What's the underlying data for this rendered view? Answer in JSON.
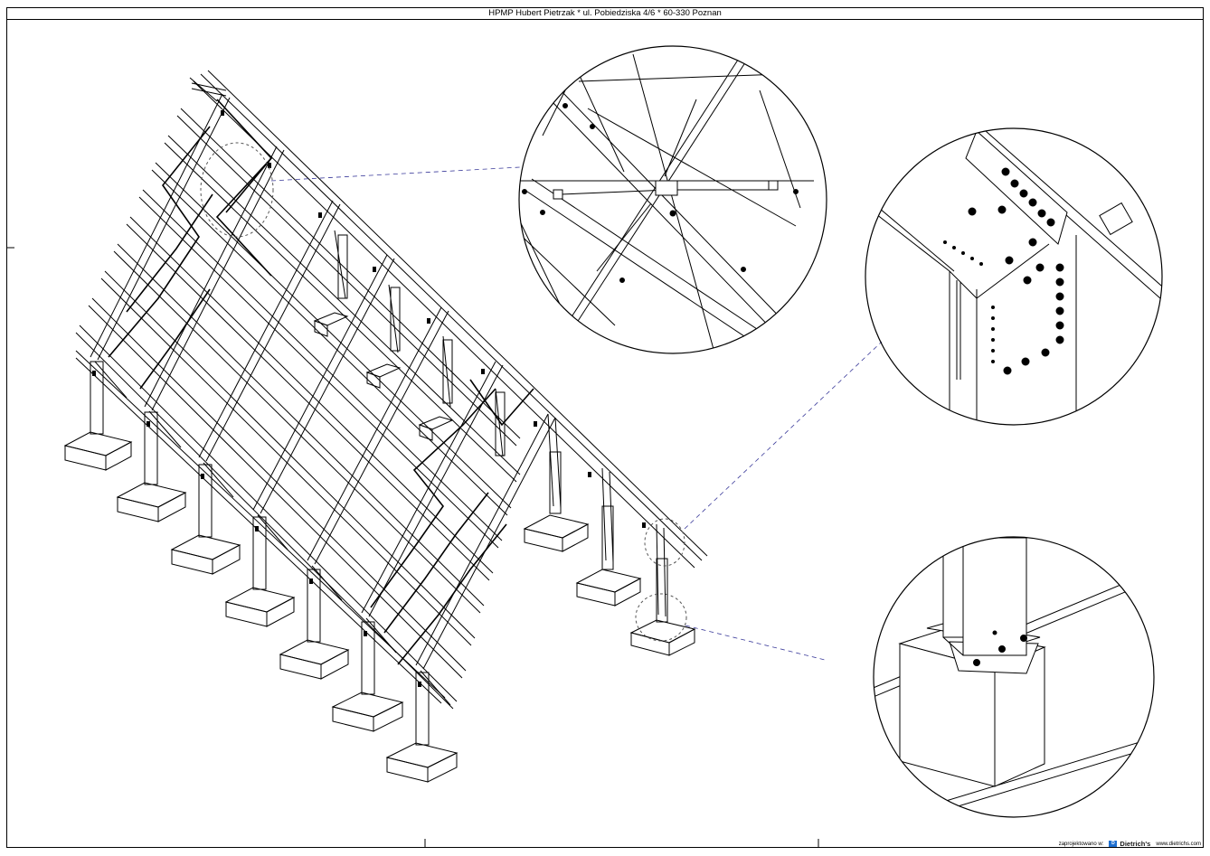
{
  "sheet": {
    "title": "HPMP Hubert Pietrzak * ul. Pobiedziska 4/6 * 60-330 Poznan"
  },
  "footer": {
    "designed_in": "zaprojektowano w:",
    "brand_logo": "D",
    "brand_name": "Dietrich's",
    "website": "www.dietrichs.com"
  },
  "details": [
    {
      "name": "rafter-bracing-detail",
      "icon": "magnifier-circle"
    },
    {
      "name": "column-rafter-connection-detail",
      "icon": "magnifier-circle"
    },
    {
      "name": "column-base-detail",
      "icon": "magnifier-circle"
    }
  ],
  "colors": {
    "line": "#000000",
    "background": "#ffffff",
    "callout": "#3a3a9a"
  }
}
